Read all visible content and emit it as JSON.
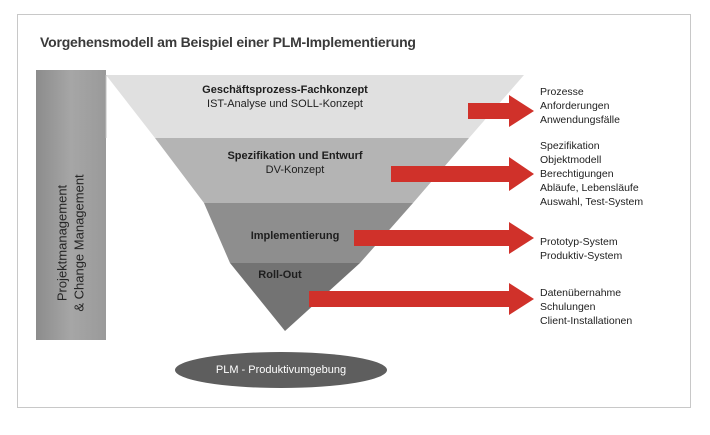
{
  "title": "Vorgehensmodell am Beispiel einer PLM-Implementierung",
  "side_bar": {
    "line1": "Projektmanagement",
    "line2": "& Change Management"
  },
  "phases": [
    {
      "name": "Geschäftsprozess-Fachkonzept",
      "detail": "IST-Analyse und SOLL-Konzept"
    },
    {
      "name": "Spezifikation und Entwurf",
      "detail": "DV-Konzept"
    },
    {
      "name": "Implementierung",
      "detail": ""
    },
    {
      "name": "Roll-Out",
      "detail": ""
    }
  ],
  "outputs": [
    [
      "Prozesse",
      "Anforderungen",
      "Anwendungsfälle"
    ],
    [
      "Spezifikation",
      "Objektmodell",
      "Berechtigungen",
      "Abläufe, Lebensläufe",
      "Auswahl, Test-System"
    ],
    [
      "Prototyp-System",
      "Produktiv-System"
    ],
    [
      "Datenübernahme",
      "Schulungen",
      "Client-Installationen"
    ]
  ],
  "environment": "PLM - Produktivumgebung",
  "colors": {
    "phase1": "#e0e0e0",
    "phase2": "#b4b4b4",
    "phase3": "#8e8e8e",
    "phase4": "#737373",
    "side_bar": "#a3a3a3",
    "arrow": "#d0312a",
    "ellipse": "#5e5e5e"
  }
}
